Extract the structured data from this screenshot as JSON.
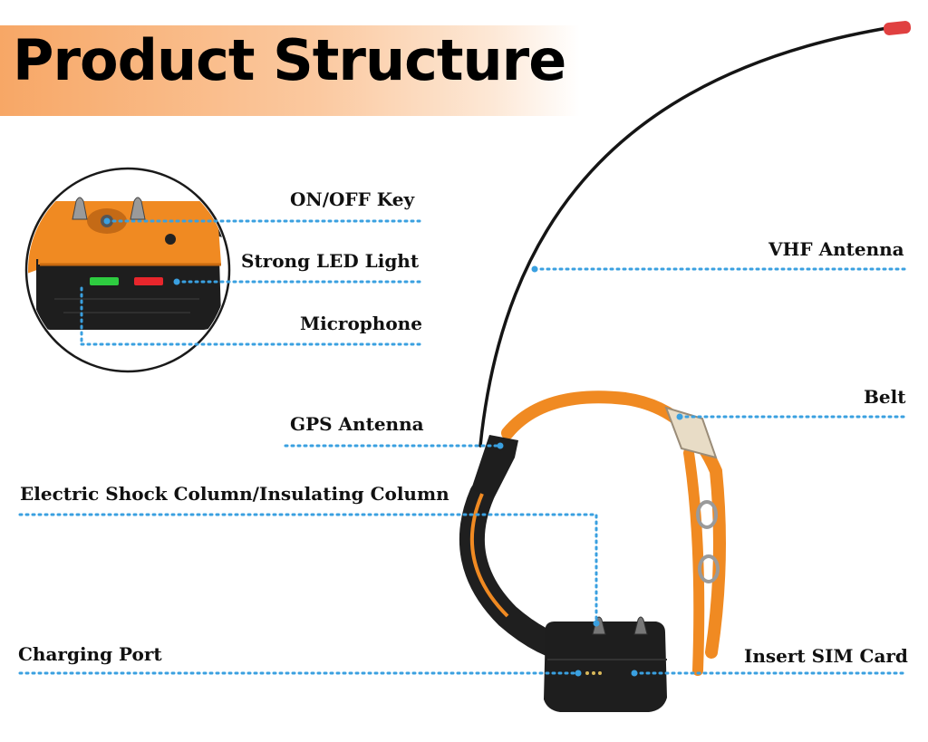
{
  "title": "Product Structure",
  "colors": {
    "title_banner": "#f7a766",
    "leader_dots": "#3aa0e0",
    "housing_orange": "#f08a22",
    "housing_black": "#1e1e1e",
    "led_green": "#2ecc40",
    "led_red": "#e8262c",
    "antenna_tip": "#e04040"
  },
  "labels": {
    "on_off_key": "ON/OFF Key",
    "strong_led_light": "Strong LED Light",
    "microphone": "Microphone",
    "vhf_antenna": "VHF Antenna",
    "belt": "Belt",
    "gps_antenna": "GPS Antenna",
    "electric_shock_column": "Electric Shock Column/Insulating Column",
    "charging_port": "Charging Port",
    "insert_sim_card": "Insert SIM Card"
  }
}
